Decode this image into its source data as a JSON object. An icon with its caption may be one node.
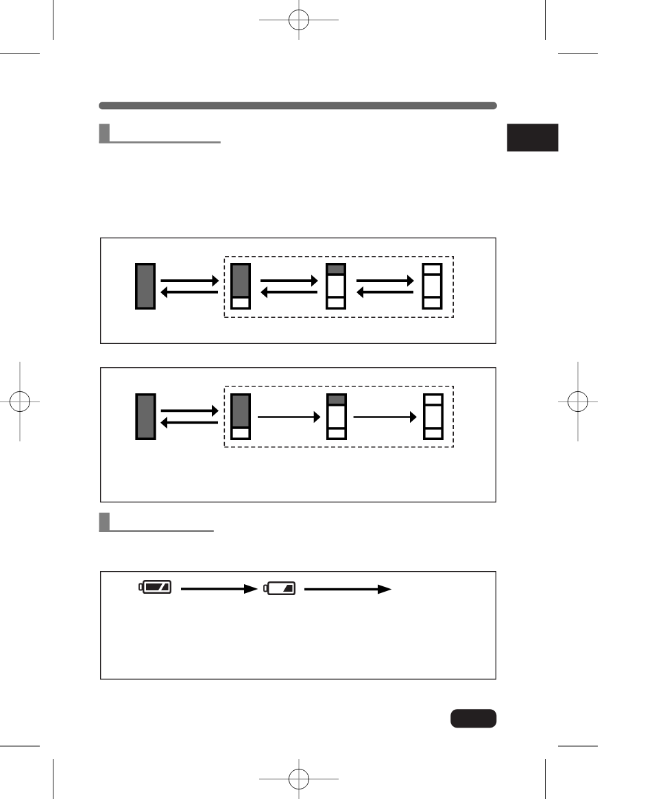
{
  "diagram": {
    "nodes": [
      {
        "text": [],
        "shape": "box"
      },
      {
        "text": [],
        "shape": "box"
      },
      {
        "text": [],
        "shape": "bar",
        "in": 1
      },
      {
        "text": [],
        "shape": "box",
        "in": 1
      },
      {
        "text": [],
        "shape": "bar",
        "in": 3
      },
      {
        "text": [],
        "shape": "bar",
        "in": 3
      },
      {
        "text": [],
        "shape": "bar",
        "in": 3
      },
      {
        "text": [],
        "shape": "box"
      },
      {
        "text": [],
        "shape": "bar",
        "in": 7
      },
      {
        "text": [],
        "shape": "box",
        "in": 7
      },
      {
        "text": [],
        "shape": "bar",
        "in": 9
      },
      {
        "text": [],
        "shape": "bar",
        "in": 9
      },
      {
        "text": [],
        "shape": "bar",
        "in": 9
      },
      {
        "text": [],
        "shape": "box"
      },
      {
        "text": [],
        "shape": "battery",
        "in": 13
      },
      {
        "text": [],
        "shape": "battery",
        "in": 13
      },
      {
        "text": [],
        "shape": "box"
      }
    ],
    "edges": [
      {
        "from": 2,
        "to": 3,
        "arrow": "to"
      },
      {
        "from": 3,
        "to": 2,
        "arrow": "to"
      },
      {
        "from": 4,
        "to": 5,
        "arrow": "to"
      },
      {
        "from": 5,
        "to": 4,
        "arrow": "to"
      },
      {
        "from": 5,
        "to": 6,
        "arrow": "to"
      },
      {
        "from": 6,
        "to": 5,
        "arrow": "to"
      },
      {
        "from": 8,
        "to": 9,
        "arrow": "to"
      },
      {
        "from": 9,
        "to": 8,
        "arrow": "to"
      },
      {
        "from": 10,
        "to": 11,
        "arrow": "to"
      },
      {
        "from": 11,
        "to": 12,
        "arrow": "to"
      },
      {
        "from": 14,
        "to": 15,
        "arrow": "to"
      },
      {
        "from": 15,
        "to": null,
        "arrow": "to"
      }
    ]
  }
}
